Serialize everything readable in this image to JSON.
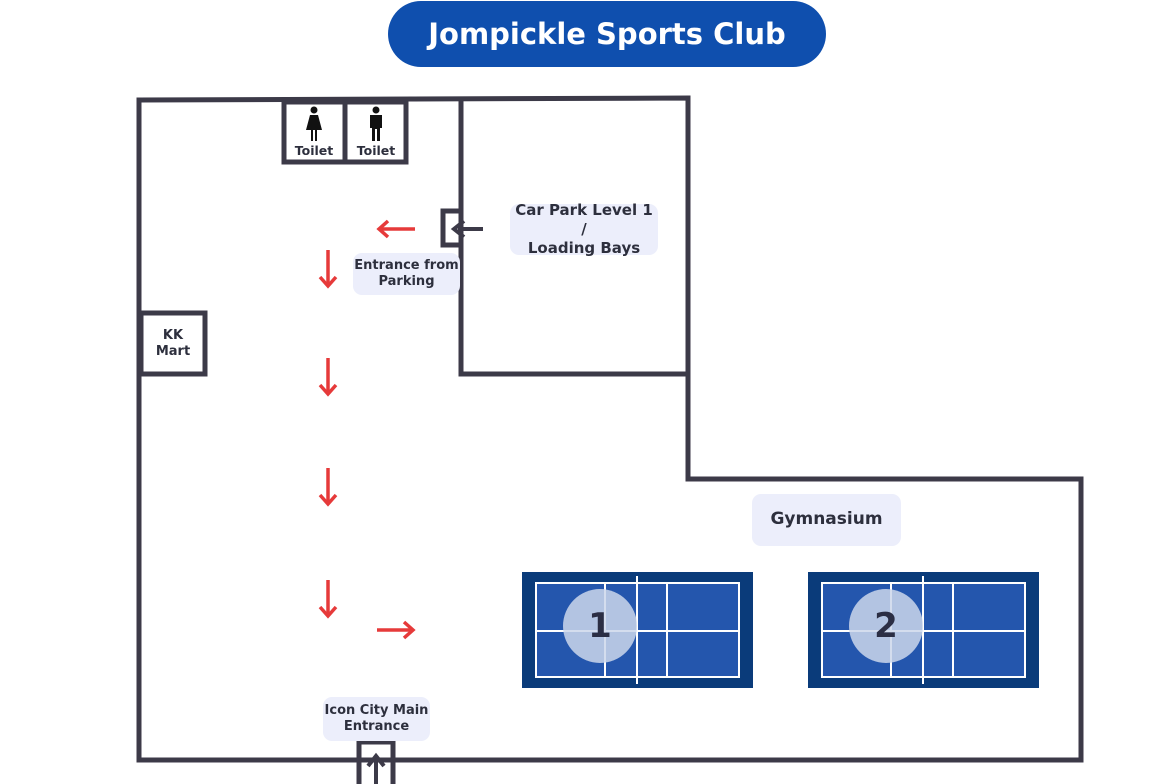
{
  "title": "Jompickle Sports Club",
  "rooms": {
    "toilet_women": "Toilet",
    "toilet_men": "Toilet",
    "kk_mart": "KK\nMart",
    "car_park": "Car Park Level 1 /\nLoading Bays",
    "entrance_parking": "Entrance from\nParking",
    "gymnasium": "Gymnasium",
    "main_entrance": "Icon City Main\nEntrance"
  },
  "courts": [
    {
      "number": "1"
    },
    {
      "number": "2"
    }
  ],
  "icons": {
    "arrow": "arrow-icon",
    "woman": "female-toilet-icon",
    "man": "male-toilet-icon"
  },
  "colors": {
    "title_bg": "#0f4fae",
    "wall": "#3c3a48",
    "arrow": "#e63a3a",
    "court_outer": "#0a3b7a",
    "court_inner": "#2456ad",
    "label_bg": "#eceefb"
  }
}
